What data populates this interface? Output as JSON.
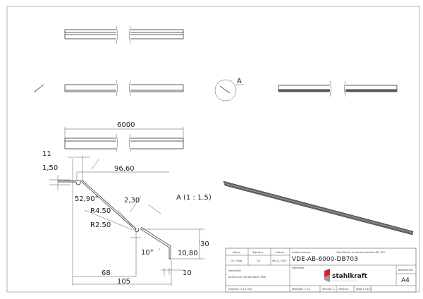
{
  "drawing": {
    "overall_length": "6000",
    "detail_label": "A",
    "detail_title": "A (1 : 1.5)",
    "dimensions": {
      "d11": "11",
      "d150": "1,50",
      "d9660": "96,60",
      "angle5290": "52,90°",
      "d230": "2,30",
      "r450": "R4.50",
      "r250": "R2.50",
      "d30": "30",
      "d1080": "10,80",
      "angle10": "10°",
      "d68": "68",
      "d105": "105",
      "d10": "10"
    }
  },
  "title_block": {
    "name_label": "Name",
    "signatur_label": "Signatur",
    "datum_label": "Datum",
    "name": "Ch. Hillig",
    "signatur": "CH",
    "datum": "06.12.2023",
    "artikelnummer_label": "Artikelnummer",
    "oberflaeche": "Oberfläche: pulverbeschichtet DB 703",
    "artikelnummer": "VDE-AB-6000-DB703",
    "werkstoff_label": "Werkstoff:",
    "werkstoff": "Aluminium (EN AW 6063 T66)",
    "hersteller_label": "Hersteller",
    "logo_text": "stahlkraft",
    "logo_sub": "Metallbau und Geländerbau GmbH",
    "blattformat_label": "Blattformat",
    "blattformat": "A4",
    "gewicht": "Gewicht: 4,741 kg",
    "massstab": "Maßstab: 1:15",
    "version": "Version: 1",
    "sprache": "Deutsch",
    "blatt": "Blatt 1 von 1"
  },
  "colors": {
    "logo_red": "#d4262b",
    "logo_gray": "#9a9a9a"
  }
}
